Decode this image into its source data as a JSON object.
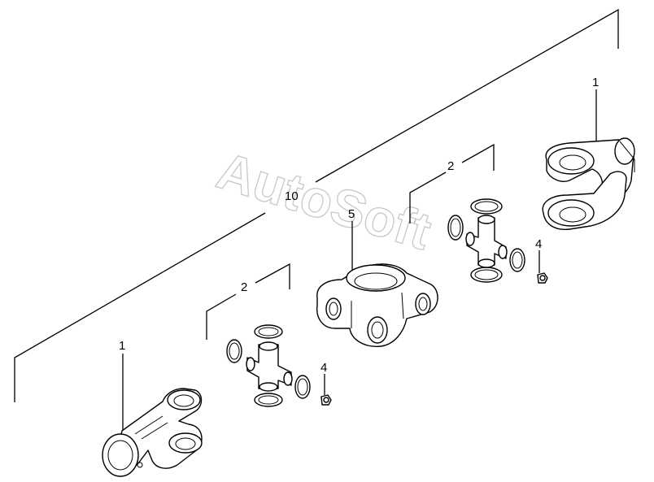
{
  "watermark": "AutoSoft",
  "callouts": {
    "assembly": "10",
    "yoke_top": "1",
    "yoke_bottom": "1",
    "cross_kit_top": "2",
    "cross_kit_bottom": "2",
    "center_yoke": "5",
    "grease_fitting_top": "4",
    "grease_fitting_bottom": "4"
  }
}
